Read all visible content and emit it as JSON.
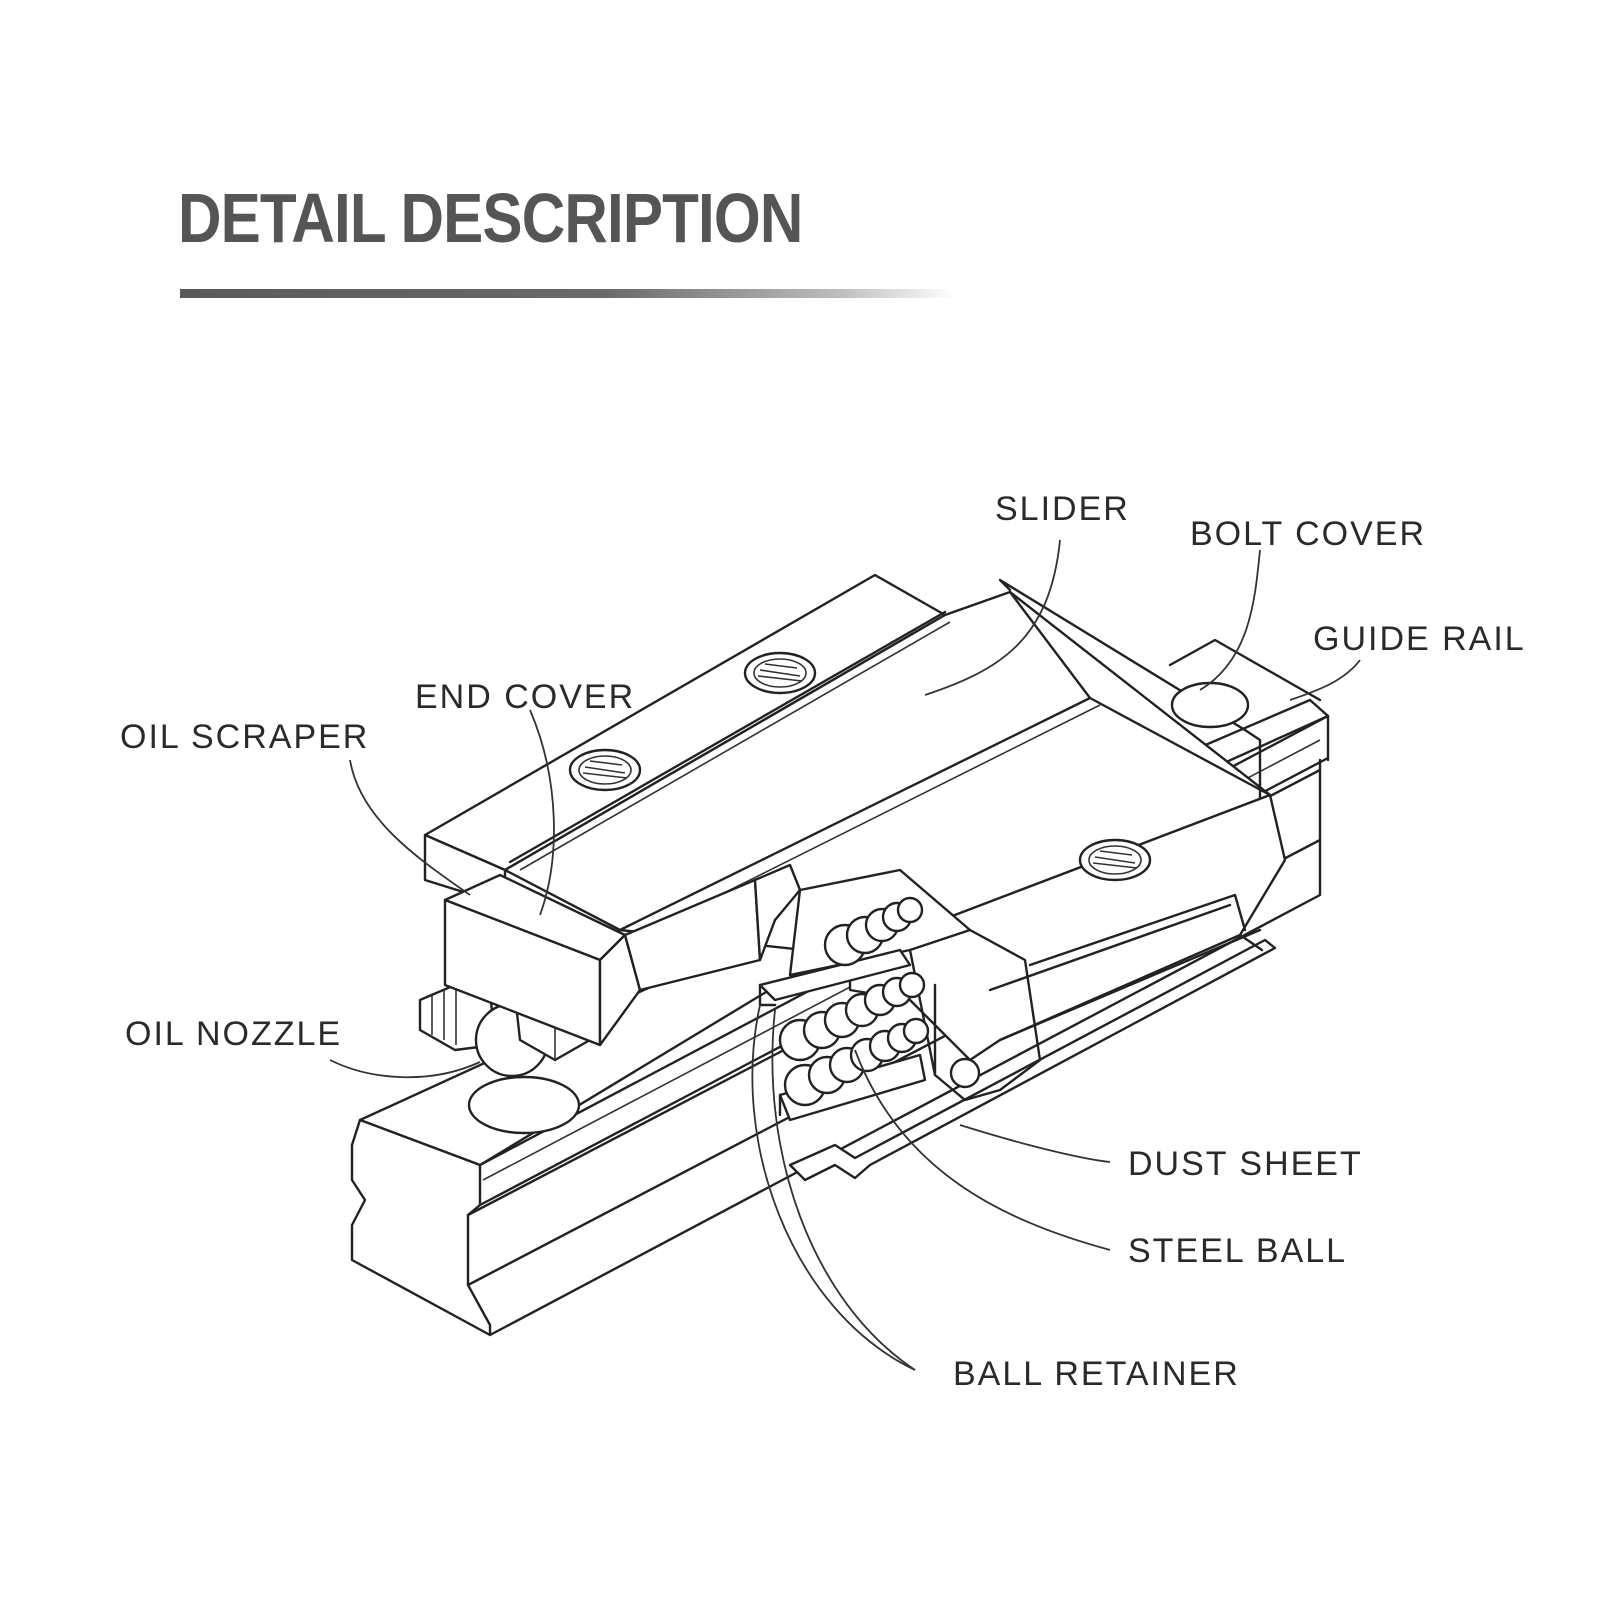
{
  "header": {
    "title": "DETAIL DESCRIPTION"
  },
  "labels": {
    "slider": "SLIDER",
    "bolt_cover": "BOLT COVER",
    "guide_rail": "GUIDE RAIL",
    "end_cover": "END COVER",
    "oil_scraper": "OIL SCRAPER",
    "oil_nozzle": "OIL NOZZLE",
    "dust_sheet": "DUST SHEET",
    "steel_ball": "STEEL BALL",
    "ball_retainer": "BALL RETAINER"
  },
  "colors": {
    "title": "#555555",
    "line": "#222222",
    "background": "#ffffff"
  }
}
